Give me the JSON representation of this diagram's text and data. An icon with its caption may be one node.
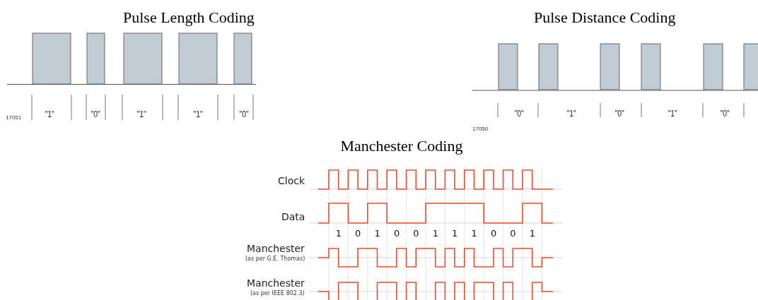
{
  "diagram": {
    "labels": [
      "Pulse Length Coding",
      "Pulse Distance Coding",
      "17051",
      "\"1\"",
      "\"0\"",
      "\"1\"",
      "\"1\"",
      "\"0\"",
      "\"0\"",
      "\"1\"",
      "\"0\"",
      "\"1\"",
      "\"0\"",
      "17050",
      "Manchester Coding",
      "Clock",
      "Data",
      "1",
      "0",
      "1",
      "0",
      "0",
      "1",
      "1",
      "1",
      "0",
      "0",
      "1",
      "Manchester",
      "(as per G.E. Thomas)",
      "Manchester",
      "(as per IEEE 802.3)"
    ]
  }
}
